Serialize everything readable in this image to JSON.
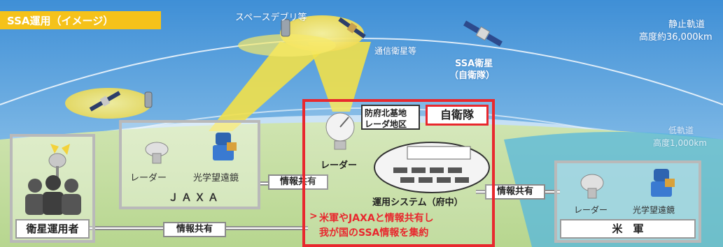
{
  "title_banner": "SSA運用（イメージ）",
  "sky": {
    "debris": "スペースデブリ等",
    "comsat": "通信衛星等",
    "ssa_sat_line1": "SSA衛星",
    "ssa_sat_line2": "（自衛隊）",
    "geo_line1": "静止軌道",
    "geo_line2": "高度約36,000km",
    "leo_line1": "低軌道",
    "leo_line2": "高度1,000km"
  },
  "operator": {
    "label": "衛星運用者"
  },
  "jaxa": {
    "radar": "レーダー",
    "telescope": "光学望遠鏡",
    "label": "ＪＡＸＡ"
  },
  "jsdf": {
    "site_line1": "防府北基地",
    "site_line2": "レーダ地区",
    "badge": "自衛隊",
    "radar": "レーダー",
    "system": "運用システム（府中）",
    "note_line1": "米軍やJAXAと情報共有し",
    "note_line2": "我が国のSSA情報を集約"
  },
  "usforces": {
    "radar": "レーダー",
    "telescope": "光学望遠鏡",
    "label": "米　軍"
  },
  "share": {
    "label": "情報共有"
  },
  "colors": {
    "accent_red": "#e8282e",
    "banner_yellow": "#f5c21a",
    "beam": "#f4e65a"
  }
}
